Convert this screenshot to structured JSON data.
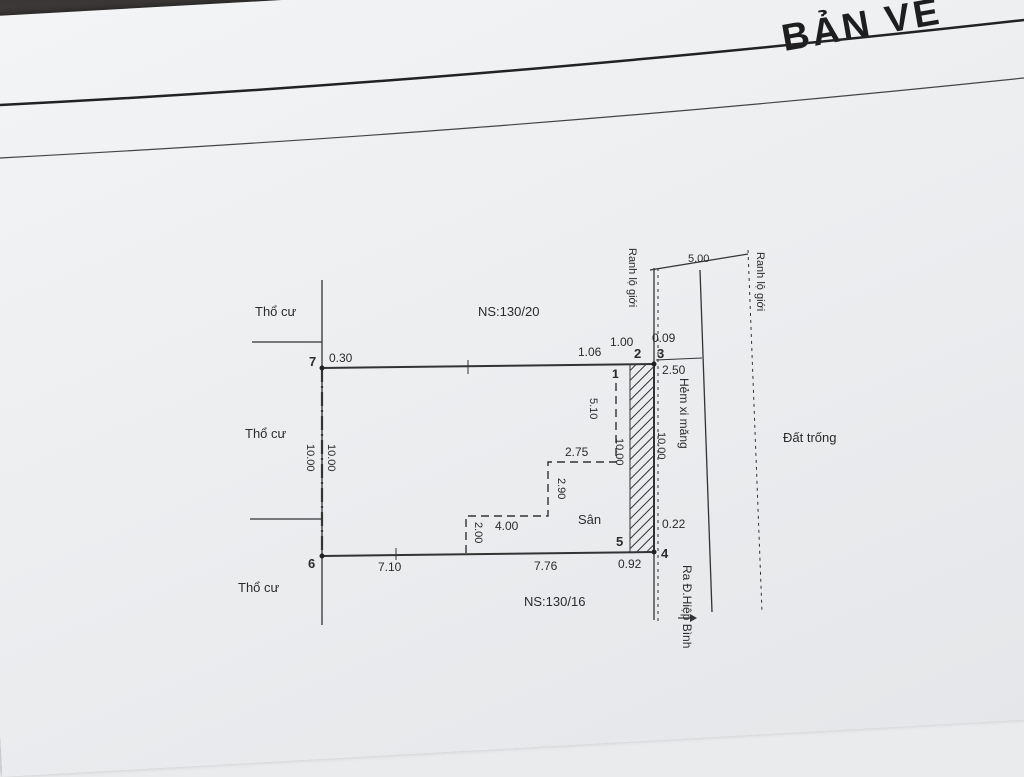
{
  "title": "BẢN VẼ",
  "labels": {
    "tho_cu_top": "Thổ cư",
    "tho_cu_mid": "Thổ cư",
    "tho_cu_bottom": "Thổ cư",
    "ns_top": "NS:130/20",
    "ns_bottom": "NS:130/16",
    "ranh_lo_gioi_left": "Ranh lộ giới",
    "ranh_lo_gioi_right": "Ranh lộ giới",
    "hem_xi_mang": "Hẻm xi măng",
    "dat_trong": "Đất trống",
    "ra_hiep_binh": "Ra Đ.Hiệp Bình",
    "san": "Sân"
  },
  "points": {
    "p1": "1",
    "p2": "2",
    "p3": "3",
    "p4": "4",
    "p5": "5",
    "p6": "6",
    "p7": "7"
  },
  "dimensions": {
    "d_5_00": "5.00",
    "d_1_00": "1.00",
    "d_0_09": "0.09",
    "d_0_30": "0.30",
    "d_1_06": "1.06",
    "d_2_50": "2.50",
    "d_5_10": "5.10",
    "d_10_00_left_a": "10.00",
    "d_10_00_left_b": "10.00",
    "d_10_00_mid": "10.00",
    "d_10_00_right": "10.00",
    "d_2_75": "2.75",
    "d_2_90": "2.90",
    "d_4_00": "4.00",
    "d_2_00": "2.00",
    "d_0_22": "0.22",
    "d_7_10": "7.10",
    "d_7_76": "7.76",
    "d_0_92": "0.92"
  }
}
